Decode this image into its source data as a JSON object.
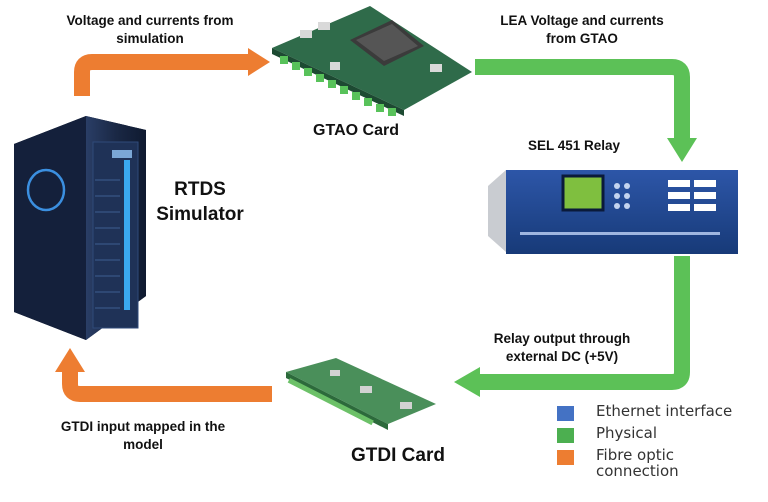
{
  "labels": {
    "top_left": "Voltage and currents from\nsimulation",
    "top_right": "LEA Voltage and currents\nfrom GTAO",
    "gtao": "GTAO Card",
    "sel": "SEL 451 Relay",
    "rtds": "RTDS\nSimulator",
    "relay_output": "Relay output through\nexternal DC (+5V)",
    "gtdi_input": "GTDI input mapped in the\nmodel",
    "gtdi": "GTDI Card"
  },
  "legend": [
    {
      "label": "Ethernet interface",
      "color": "#4472c4"
    },
    {
      "label": "Physical",
      "color": "#4caf50"
    },
    {
      "label": "Fibre optic connection",
      "color": "#ed7d31"
    }
  ],
  "colors": {
    "orange": "#ed7d31",
    "green": "#5cc157",
    "cabinet": "#1b2a4a",
    "relay": "#1f3f80"
  },
  "icons": [
    "rtds-cabinet-icon",
    "gtao-card-icon",
    "sel-relay-icon",
    "gtdi-card-icon"
  ]
}
